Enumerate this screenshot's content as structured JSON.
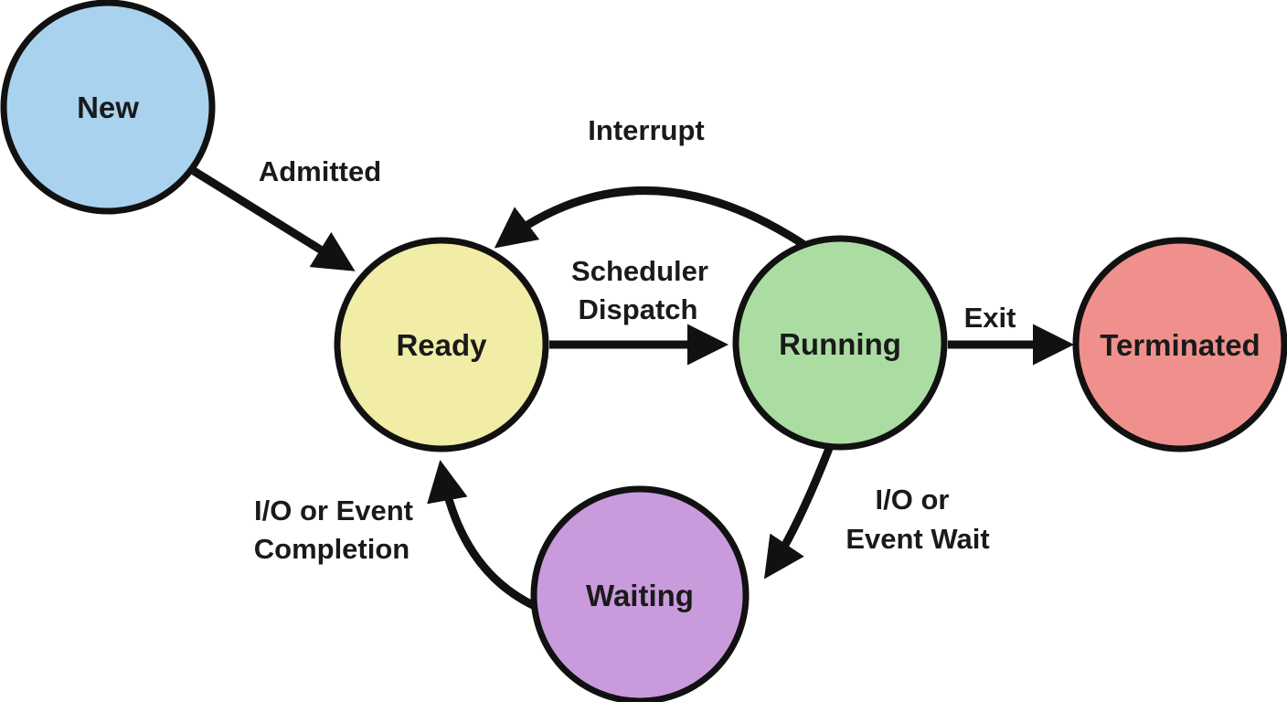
{
  "diagram_type": "state-diagram",
  "nodes": [
    {
      "id": "new",
      "label": "New",
      "color": "#a9d2ee"
    },
    {
      "id": "ready",
      "label": "Ready",
      "color": "#f1eca6"
    },
    {
      "id": "running",
      "label": "Running",
      "color": "#abdda2"
    },
    {
      "id": "terminated",
      "label": "Terminated",
      "color": "#f0908c"
    },
    {
      "id": "waiting",
      "label": "Waiting",
      "color": "#c99adc"
    }
  ],
  "edges": [
    {
      "from": "New",
      "to": "Ready",
      "lines": [
        "Admitted"
      ]
    },
    {
      "from": "Running",
      "to": "Ready",
      "lines": [
        "Interrupt"
      ]
    },
    {
      "from": "Ready",
      "to": "Running",
      "lines": [
        "Scheduler",
        "Dispatch"
      ]
    },
    {
      "from": "Running",
      "to": "Terminated",
      "lines": [
        "Exit"
      ]
    },
    {
      "from": "Running",
      "to": "Waiting",
      "lines": [
        "I/O or",
        "Event Wait"
      ]
    },
    {
      "from": "Waiting",
      "to": "Ready",
      "lines": [
        "I/O or Event",
        "Completion"
      ]
    }
  ],
  "colors": {
    "stroke": "#111111",
    "label_text": "#1a1a1a",
    "background": "#ffffff"
  }
}
